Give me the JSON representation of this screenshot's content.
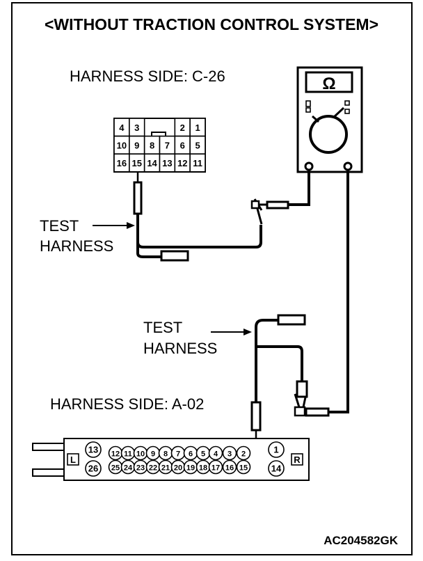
{
  "title": "<WITHOUT TRACTION CONTROL SYSTEM>",
  "labels": {
    "harness_c26": "HARNESS SIDE: C-26",
    "harness_a02": "HARNESS SIDE: A-02",
    "test_harness_1_line1": "TEST",
    "test_harness_1_line2": "HARNESS",
    "test_harness_2_line1": "TEST",
    "test_harness_2_line2": "HARNESS",
    "figure_code": "AC204582GK"
  },
  "multimeter": {
    "unit_symbol": "Ω"
  },
  "connector_c26": {
    "row1": [
      "4",
      "3",
      "2",
      "1"
    ],
    "row2": [
      "10",
      "9",
      "8",
      "7",
      "6",
      "5"
    ],
    "row3": [
      "16",
      "15",
      "14",
      "13",
      "12",
      "11"
    ]
  },
  "connector_a02": {
    "left_marker": "L",
    "right_marker": "R",
    "top_row": [
      "13",
      "12",
      "11",
      "10",
      "9",
      "8",
      "7",
      "6",
      "5",
      "4",
      "3",
      "2",
      "1"
    ],
    "bottom_row": [
      "26",
      "25",
      "24",
      "23",
      "22",
      "21",
      "20",
      "19",
      "18",
      "17",
      "16",
      "15",
      "14"
    ]
  }
}
